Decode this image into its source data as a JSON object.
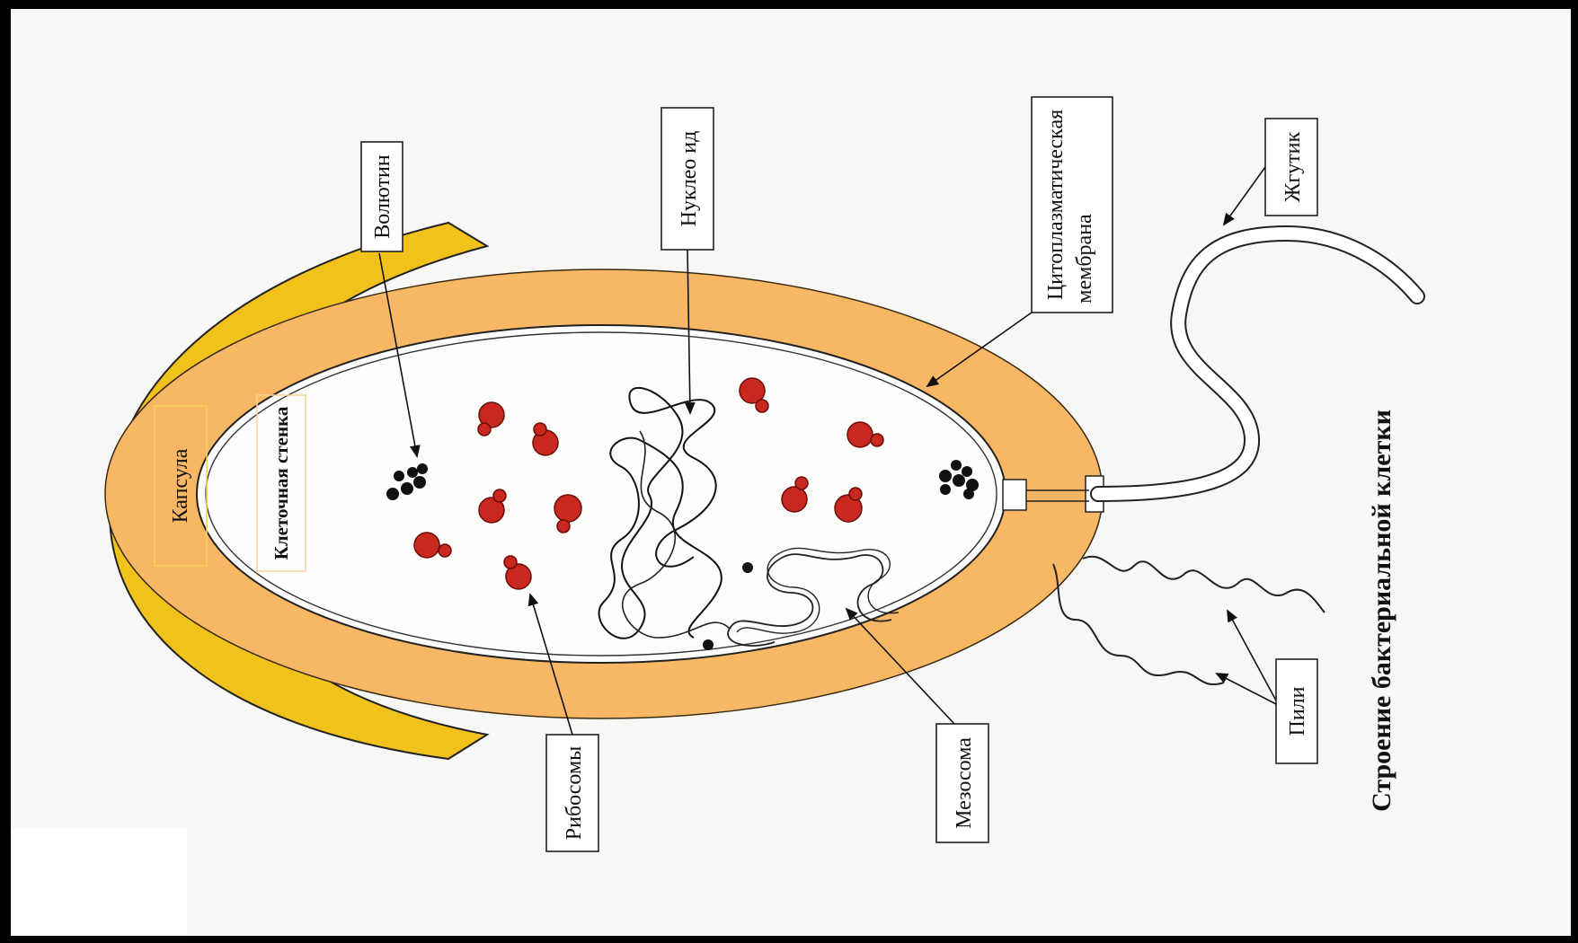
{
  "title": "Строение бактериальной клетки",
  "labels": {
    "capsule": "Капсула",
    "cell_wall": "Клеточная стенка",
    "volutin": "Волютин",
    "nucleoid": "Нуклео ид",
    "membrane_line1": "Цитоплазматическая",
    "membrane_line2": "мембрана",
    "flagellum": "Жгутик",
    "ribosomes": "Рибосомы",
    "mesosome": "Мезосома",
    "pili": "Пили"
  },
  "colors": {
    "capsule": "#f2c21c",
    "cell_wall": "#f7b765",
    "cytoplasm": "#fdfdfb",
    "ribosome": "#c8281e",
    "volutin": "#111111",
    "background": "#f7f7f5",
    "frame": "#000000"
  }
}
